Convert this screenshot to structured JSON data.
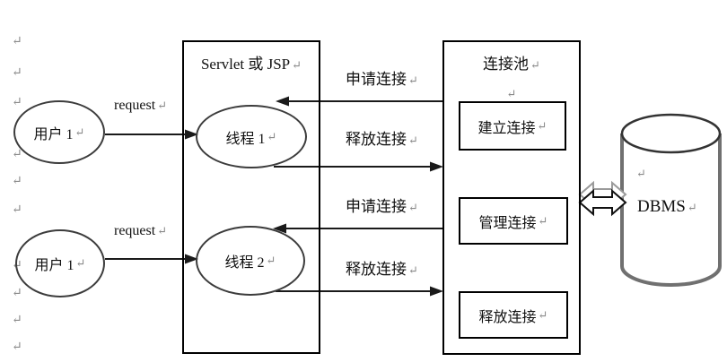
{
  "glyphs": {
    "return_mark": "↵"
  },
  "colors": {
    "background": "#ffffff",
    "line": "#1a1a1a",
    "box_border": "#000000",
    "ellipse_border": "#3c3c3c",
    "return_mark": "#8a8a8a",
    "cylinder_outline": "#707070"
  },
  "users": [
    {
      "label": "用户 1"
    },
    {
      "label": "用户 1"
    }
  ],
  "servlet": {
    "title": "Servlet 或 JSP",
    "threads": [
      {
        "label": "线程 1"
      },
      {
        "label": "线程 2"
      }
    ]
  },
  "pool": {
    "title": "连接池",
    "steps": [
      {
        "label": "建立连接"
      },
      {
        "label": "管理连接"
      },
      {
        "label": "释放连接"
      }
    ]
  },
  "database": {
    "label": "DBMS"
  },
  "connections": {
    "request_top": "request",
    "apply_top": "申请连接",
    "release_top": "释放连接",
    "request_bottom": "request",
    "apply_bottom": "申请连接",
    "release_bottom": "释放连接"
  }
}
